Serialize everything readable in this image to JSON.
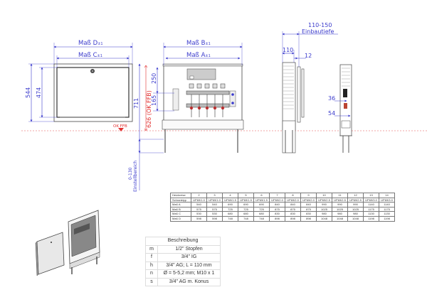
{
  "front_view": {
    "dim_d": "Maß D",
    "dim_d_tol": "±1",
    "dim_c": "Maß C",
    "dim_c_tol": "±1",
    "height_outer": "544",
    "height_inner": "474",
    "floor_label": "OK FFB"
  },
  "open_view": {
    "dim_b": "Maß B",
    "dim_b_tol": "±1",
    "dim_a": "Maß A",
    "dim_a_tol": "±1",
    "total_height": "711",
    "floor_height": "626 (OK FFB)",
    "dim_250": "250",
    "dim_165": "165",
    "adjust_range": "0-130",
    "adjust_label": "Einstellbereich"
  },
  "side_view": {
    "depth_range": "110-150",
    "depth_label": "Einbautiefe",
    "depth_110": "110",
    "depth_12": "12",
    "dim_36": "36",
    "dim_54": "54"
  },
  "spec_table": {
    "rows": [
      {
        "label": "Heizkreise",
        "values": [
          "2",
          "3",
          "4",
          "5",
          "6",
          "7",
          "8",
          "9",
          "10",
          "11",
          "12",
          "13",
          "14"
        ]
      },
      {
        "label": "Schranktyp",
        "values": [
          "UP69/1.0",
          "UP69/1.0",
          "UP69/1.5",
          "UP69/1.5",
          "UP69/1.5",
          "UP69/2.0",
          "UP69/2.0",
          "UP69/2.0",
          "UP69/2.5",
          "UP69/2.5",
          "UP69/2.5",
          "UP69/3.0",
          "UP69/3.0"
        ]
      },
      {
        "label": "Maß A",
        "values": [
          "540",
          "540",
          "690",
          "690",
          "690",
          "840",
          "840",
          "840",
          "990",
          "990",
          "990",
          "1140",
          "1140"
        ]
      },
      {
        "label": "Maß B",
        "values": [
          "575",
          "575",
          "725",
          "725",
          "725",
          "875",
          "875",
          "875",
          "1025",
          "1025",
          "1025",
          "1175",
          "1175"
        ]
      },
      {
        "label": "Maß C",
        "values": [
          "530",
          "530",
          "680",
          "680",
          "680",
          "830",
          "830",
          "830",
          "980",
          "980",
          "980",
          "1130",
          "1130"
        ]
      },
      {
        "label": "Maß D",
        "values": [
          "598",
          "598",
          "748",
          "748",
          "748",
          "898",
          "898",
          "898",
          "1048",
          "1048",
          "1048",
          "1198",
          "1198"
        ]
      }
    ]
  },
  "desc_table": {
    "title": "Beschreibung",
    "rows": [
      {
        "key": "m",
        "value": "1/2\" Stopfen"
      },
      {
        "key": "f",
        "value": "3/4\" IG"
      },
      {
        "key": "h",
        "value": "3/4\" AG; L = 110 mm"
      },
      {
        "key": "n",
        "value": "Ø = 5-5,2 mm; M10 x 1"
      },
      {
        "key": "s",
        "value": "3/4\" AG m. Konus"
      }
    ]
  },
  "colors": {
    "dimension": "#3a3acc",
    "floor_line": "#e23030",
    "outline": "#444444"
  }
}
